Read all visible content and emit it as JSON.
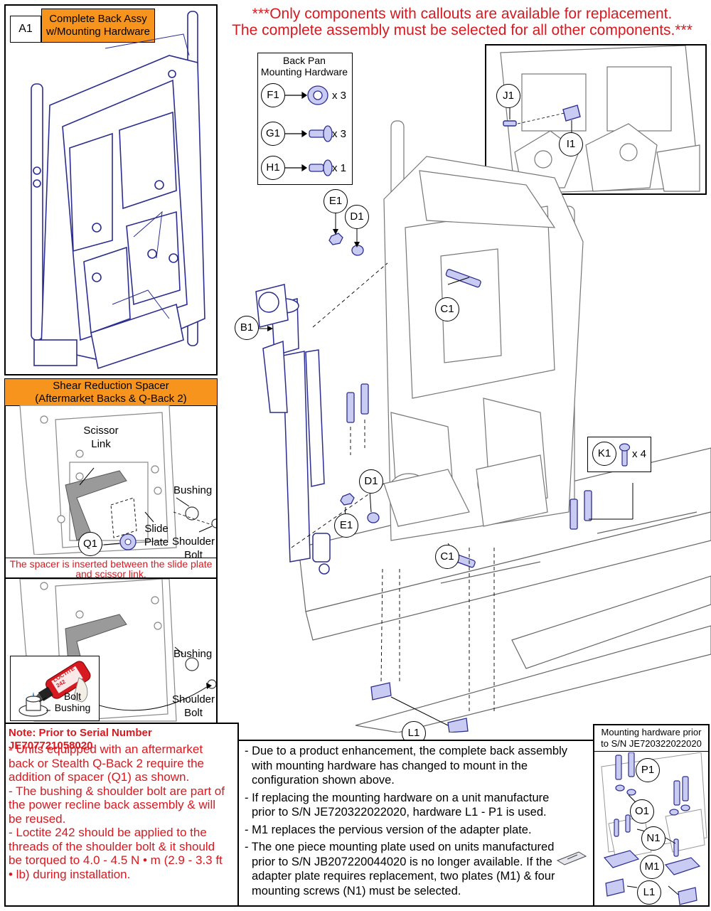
{
  "banner": {
    "line1": "***Only components with callouts are available for replacement.",
    "line2": "The complete assembly must be selected for all other components.***"
  },
  "a1_panel": {
    "id": "A1",
    "title_line1": "Complete Back Assy",
    "title_line2": "w/Mounting Hardware"
  },
  "back_pan_box": {
    "title_line1": "Back Pan",
    "title_line2": "Mounting Hardware",
    "items": [
      {
        "id": "F1",
        "qty": "x 3"
      },
      {
        "id": "G1",
        "qty": "x 3"
      },
      {
        "id": "H1",
        "qty": "x 1"
      }
    ]
  },
  "detail_box": {
    "callouts": [
      "J1",
      "I1"
    ]
  },
  "main_callouts": {
    "E1_top": "E1",
    "D1_top": "D1",
    "C1_top": "C1",
    "B1": "B1",
    "D1_low": "D1",
    "E1_low": "E1",
    "C1_low": "C1",
    "L1": "L1"
  },
  "k1_box": {
    "id": "K1",
    "qty": "x 4"
  },
  "spacer_panel": {
    "title_line1": "Shear Reduction Spacer",
    "title_line2": "(Aftermarket Backs & Q-Back 2)",
    "label_scissor": "Scissor",
    "label_link": "Link",
    "label_bushing": "Bushing",
    "label_slide": "Slide",
    "label_plate": "Plate",
    "label_shoulder": "Shoulder",
    "label_bolt": "Bolt",
    "callout": "Q1",
    "note_line1": "The spacer is inserted between the slide plate",
    "note_line2": "and scissor link."
  },
  "loctite_panel": {
    "label_bushing": "Bushing",
    "label_bolt": "Bolt",
    "label_bushing2": "Bushing",
    "label_shoulder": "Shoulder",
    "label_shoulder_bolt": "Bolt",
    "bottle_text": "LOCTITE",
    "bottle_num": "242"
  },
  "note_panel": {
    "heading": "Note: Prior to Serial Number JE707721058020",
    "lines": [
      "- Units equipped with an aftermarket",
      "back or Stealth Q-Back 2 require the",
      "addition of spacer (Q1) as shown.",
      "- The bushing & shoulder bolt are part of",
      "the power recline back assembly & will",
      "be reused.",
      "- Loctite 242 should be applied to the",
      "threads of the shoulder bolt & it should",
      "be torqued to 4.0 - 4.5 N • m (2.9 - 3.3 ft",
      "• lb) during installation."
    ]
  },
  "info_panel": {
    "bullets": [
      [
        "- Due to a product enhancement, the complete back assembly",
        "with mounting hardware has changed to mount in the",
        "configuration shown above."
      ],
      [
        "- If replacing the mounting hardware on a unit manufacture",
        "prior to S/N JE720322022020, hardware L1 - P1 is used."
      ],
      [
        "- M1 replaces the pervious version of the adapter plate."
      ],
      [
        "- The one piece mounting plate used on units manufactured",
        "prior to S/N JB207220044020 is no longer available. If the",
        "adapter plate requires replacement, two plates (M1) & four",
        "mounting screws (N1) must be selected."
      ]
    ]
  },
  "prior_panel": {
    "title_line1": "Mounting hardware prior",
    "title_line2": "to S/N JE720322022020",
    "callouts": [
      "P1",
      "O1",
      "N1",
      "M1",
      "L1"
    ]
  },
  "colors": {
    "orange": "#f7941d",
    "red_text": "#d71920",
    "part_blue": "#2b2d8f",
    "part_fill": "#c9cbf2"
  }
}
